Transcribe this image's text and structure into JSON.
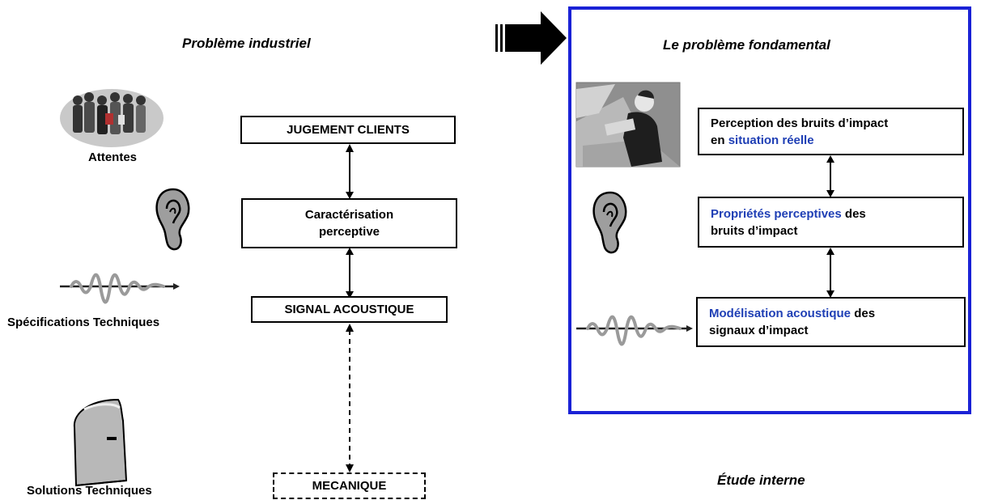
{
  "left": {
    "title": "Problème industriel",
    "labels": {
      "expectations": "Attentes",
      "tech_specs": "Spécifications Techniques",
      "tech_solutions": "Solutions Techniques"
    },
    "boxes": {
      "customer_judgment": "JUGEMENT CLIENTS",
      "perceptual_line1": "Caractérisation",
      "perceptual_line2": "perceptive",
      "acoustic_signal": "SIGNAL ACOUSTIQUE",
      "mechanics": "MECANIQUE"
    }
  },
  "right": {
    "title": "Le problème fondamental",
    "box1": {
      "line1": "Perception des bruits d’impact",
      "line2_prefix": "en ",
      "line2_highlight": "situation réelle"
    },
    "box2": {
      "line1_highlight": "Propriétés perceptives",
      "line1_suffix": " des",
      "line2": "bruits d’impact"
    },
    "box3": {
      "line1_highlight": "Modélisation acoustique",
      "line1_suffix": " des",
      "line2": "signaux d’impact"
    },
    "footer": "Étude interne"
  },
  "colors": {
    "frame": "#1a22d6",
    "highlight_text": "#1f3fb5"
  },
  "icons": [
    "crowd-icon",
    "ear-icon",
    "waveform-icon",
    "car-seat-icon",
    "person-photo-icon",
    "big-right-arrow-icon"
  ]
}
